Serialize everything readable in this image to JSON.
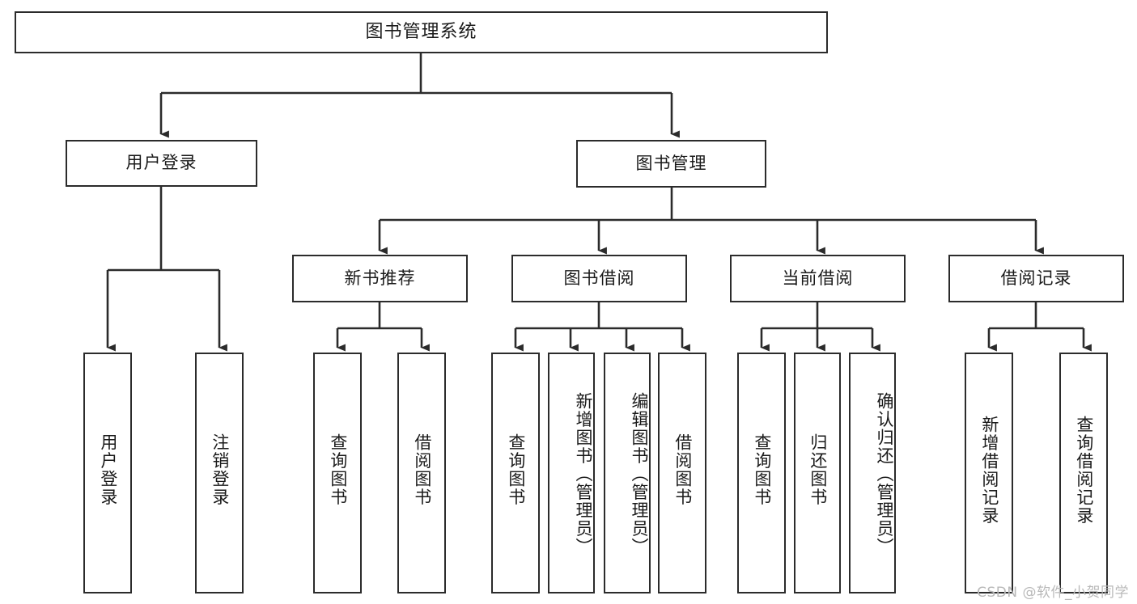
{
  "diagram": {
    "title": "图书管理系统",
    "type": "hierarchy-tree",
    "watermark": "CSDN @软件_小贺同学",
    "stroke_color": "#2b2b2b",
    "fill_color": "#ffffff",
    "text_color": "#1a1a1a",
    "watermark_color": "#b9b9b9"
  },
  "nodes": {
    "root": {
      "label": "图书管理系统",
      "level": 0
    },
    "l1": [
      {
        "id": "user_login",
        "label": "用户登录",
        "level": 1
      },
      {
        "id": "book_manage",
        "label": "图书管理",
        "level": 1
      }
    ],
    "l2": [
      {
        "id": "new_book_rec",
        "label": "新书推荐",
        "level": 2,
        "parent": "book_manage"
      },
      {
        "id": "book_borrow",
        "label": "图书借阅",
        "level": 2,
        "parent": "book_manage"
      },
      {
        "id": "current_borrow",
        "label": "当前借阅",
        "level": 2,
        "parent": "book_manage"
      },
      {
        "id": "borrow_record",
        "label": "借阅记录",
        "level": 2,
        "parent": "book_manage"
      }
    ],
    "leaves": [
      {
        "id": "leaf_user_login",
        "label": "用户登录",
        "parent": "user_login"
      },
      {
        "id": "leaf_user_logout",
        "label": "注销登录",
        "parent": "user_login"
      },
      {
        "id": "leaf_rec_query",
        "label": "查询图书",
        "parent": "new_book_rec"
      },
      {
        "id": "leaf_rec_borrow",
        "label": "借阅图书",
        "parent": "new_book_rec"
      },
      {
        "id": "leaf_bb_query",
        "label": "查询图书",
        "parent": "book_borrow"
      },
      {
        "id": "leaf_bb_add",
        "label": "新增图书（管理员）",
        "parent": "book_borrow"
      },
      {
        "id": "leaf_bb_edit",
        "label": "编辑图书（管理员）",
        "parent": "book_borrow"
      },
      {
        "id": "leaf_bb_borrow",
        "label": "借阅图书",
        "parent": "book_borrow"
      },
      {
        "id": "leaf_cb_query",
        "label": "查询图书",
        "parent": "current_borrow"
      },
      {
        "id": "leaf_cb_return",
        "label": "归还图书",
        "parent": "current_borrow"
      },
      {
        "id": "leaf_cb_confirm",
        "label": "确认归还（管理员）",
        "parent": "current_borrow"
      },
      {
        "id": "leaf_br_add",
        "label": "新增借阅记录",
        "parent": "borrow_record"
      },
      {
        "id": "leaf_br_query",
        "label": "查询借阅记录",
        "parent": "borrow_record"
      }
    ]
  }
}
